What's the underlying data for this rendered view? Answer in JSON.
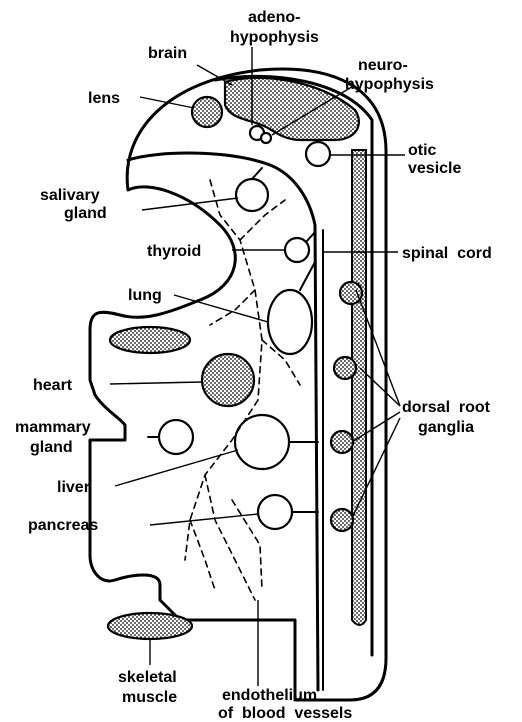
{
  "labels": {
    "adenohypophysis_1": "adeno-",
    "adenohypophysis_2": "hypophysis",
    "brain": "brain",
    "neurohypophysis_1": "neuro-",
    "neurohypophysis_2": "hypophysis",
    "lens": "lens",
    "otic_1": "otic",
    "otic_2": "vesicle",
    "salivary_1": "salivary",
    "salivary_2": "gland",
    "thyroid": "thyroid",
    "spinal_cord": "spinal  cord",
    "lung": "lung",
    "heart": "heart",
    "dorsal_root_1": "dorsal  root",
    "dorsal_root_2": "ganglia",
    "mammary_1": "mammary",
    "mammary_2": "gland",
    "liver": "liver",
    "pancreas": "pancreas",
    "skeletal_1": "skeletal",
    "skeletal_2": "muscle",
    "endothelium_1": "endothelium",
    "endothelium_2": "of  blood  vessels"
  }
}
